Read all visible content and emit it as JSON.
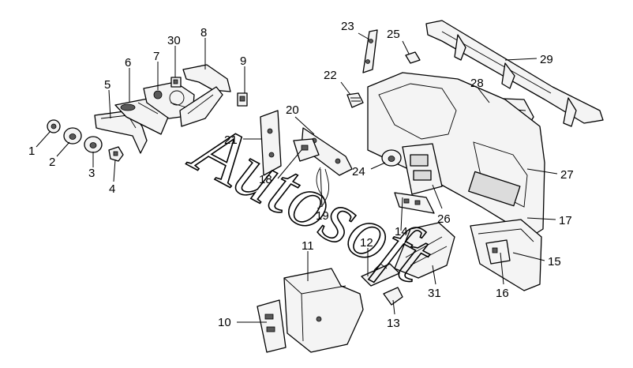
{
  "diagram": {
    "watermark": "Autosoft",
    "callouts": [
      {
        "label": "1"
      },
      {
        "label": "2"
      },
      {
        "label": "3"
      },
      {
        "label": "4"
      },
      {
        "label": "5"
      },
      {
        "label": "6"
      },
      {
        "label": "7"
      },
      {
        "label": "8"
      },
      {
        "label": "9"
      },
      {
        "label": "10"
      },
      {
        "label": "11"
      },
      {
        "label": "12"
      },
      {
        "label": "13"
      },
      {
        "label": "14"
      },
      {
        "label": "15"
      },
      {
        "label": "16"
      },
      {
        "label": "17"
      },
      {
        "label": "18"
      },
      {
        "label": "19"
      },
      {
        "label": "20"
      },
      {
        "label": "21"
      },
      {
        "label": "22"
      },
      {
        "label": "23"
      },
      {
        "label": "24"
      },
      {
        "label": "25"
      },
      {
        "label": "26"
      },
      {
        "label": "27"
      },
      {
        "label": "28"
      },
      {
        "label": "29"
      },
      {
        "label": "30"
      },
      {
        "label": "31"
      }
    ]
  }
}
